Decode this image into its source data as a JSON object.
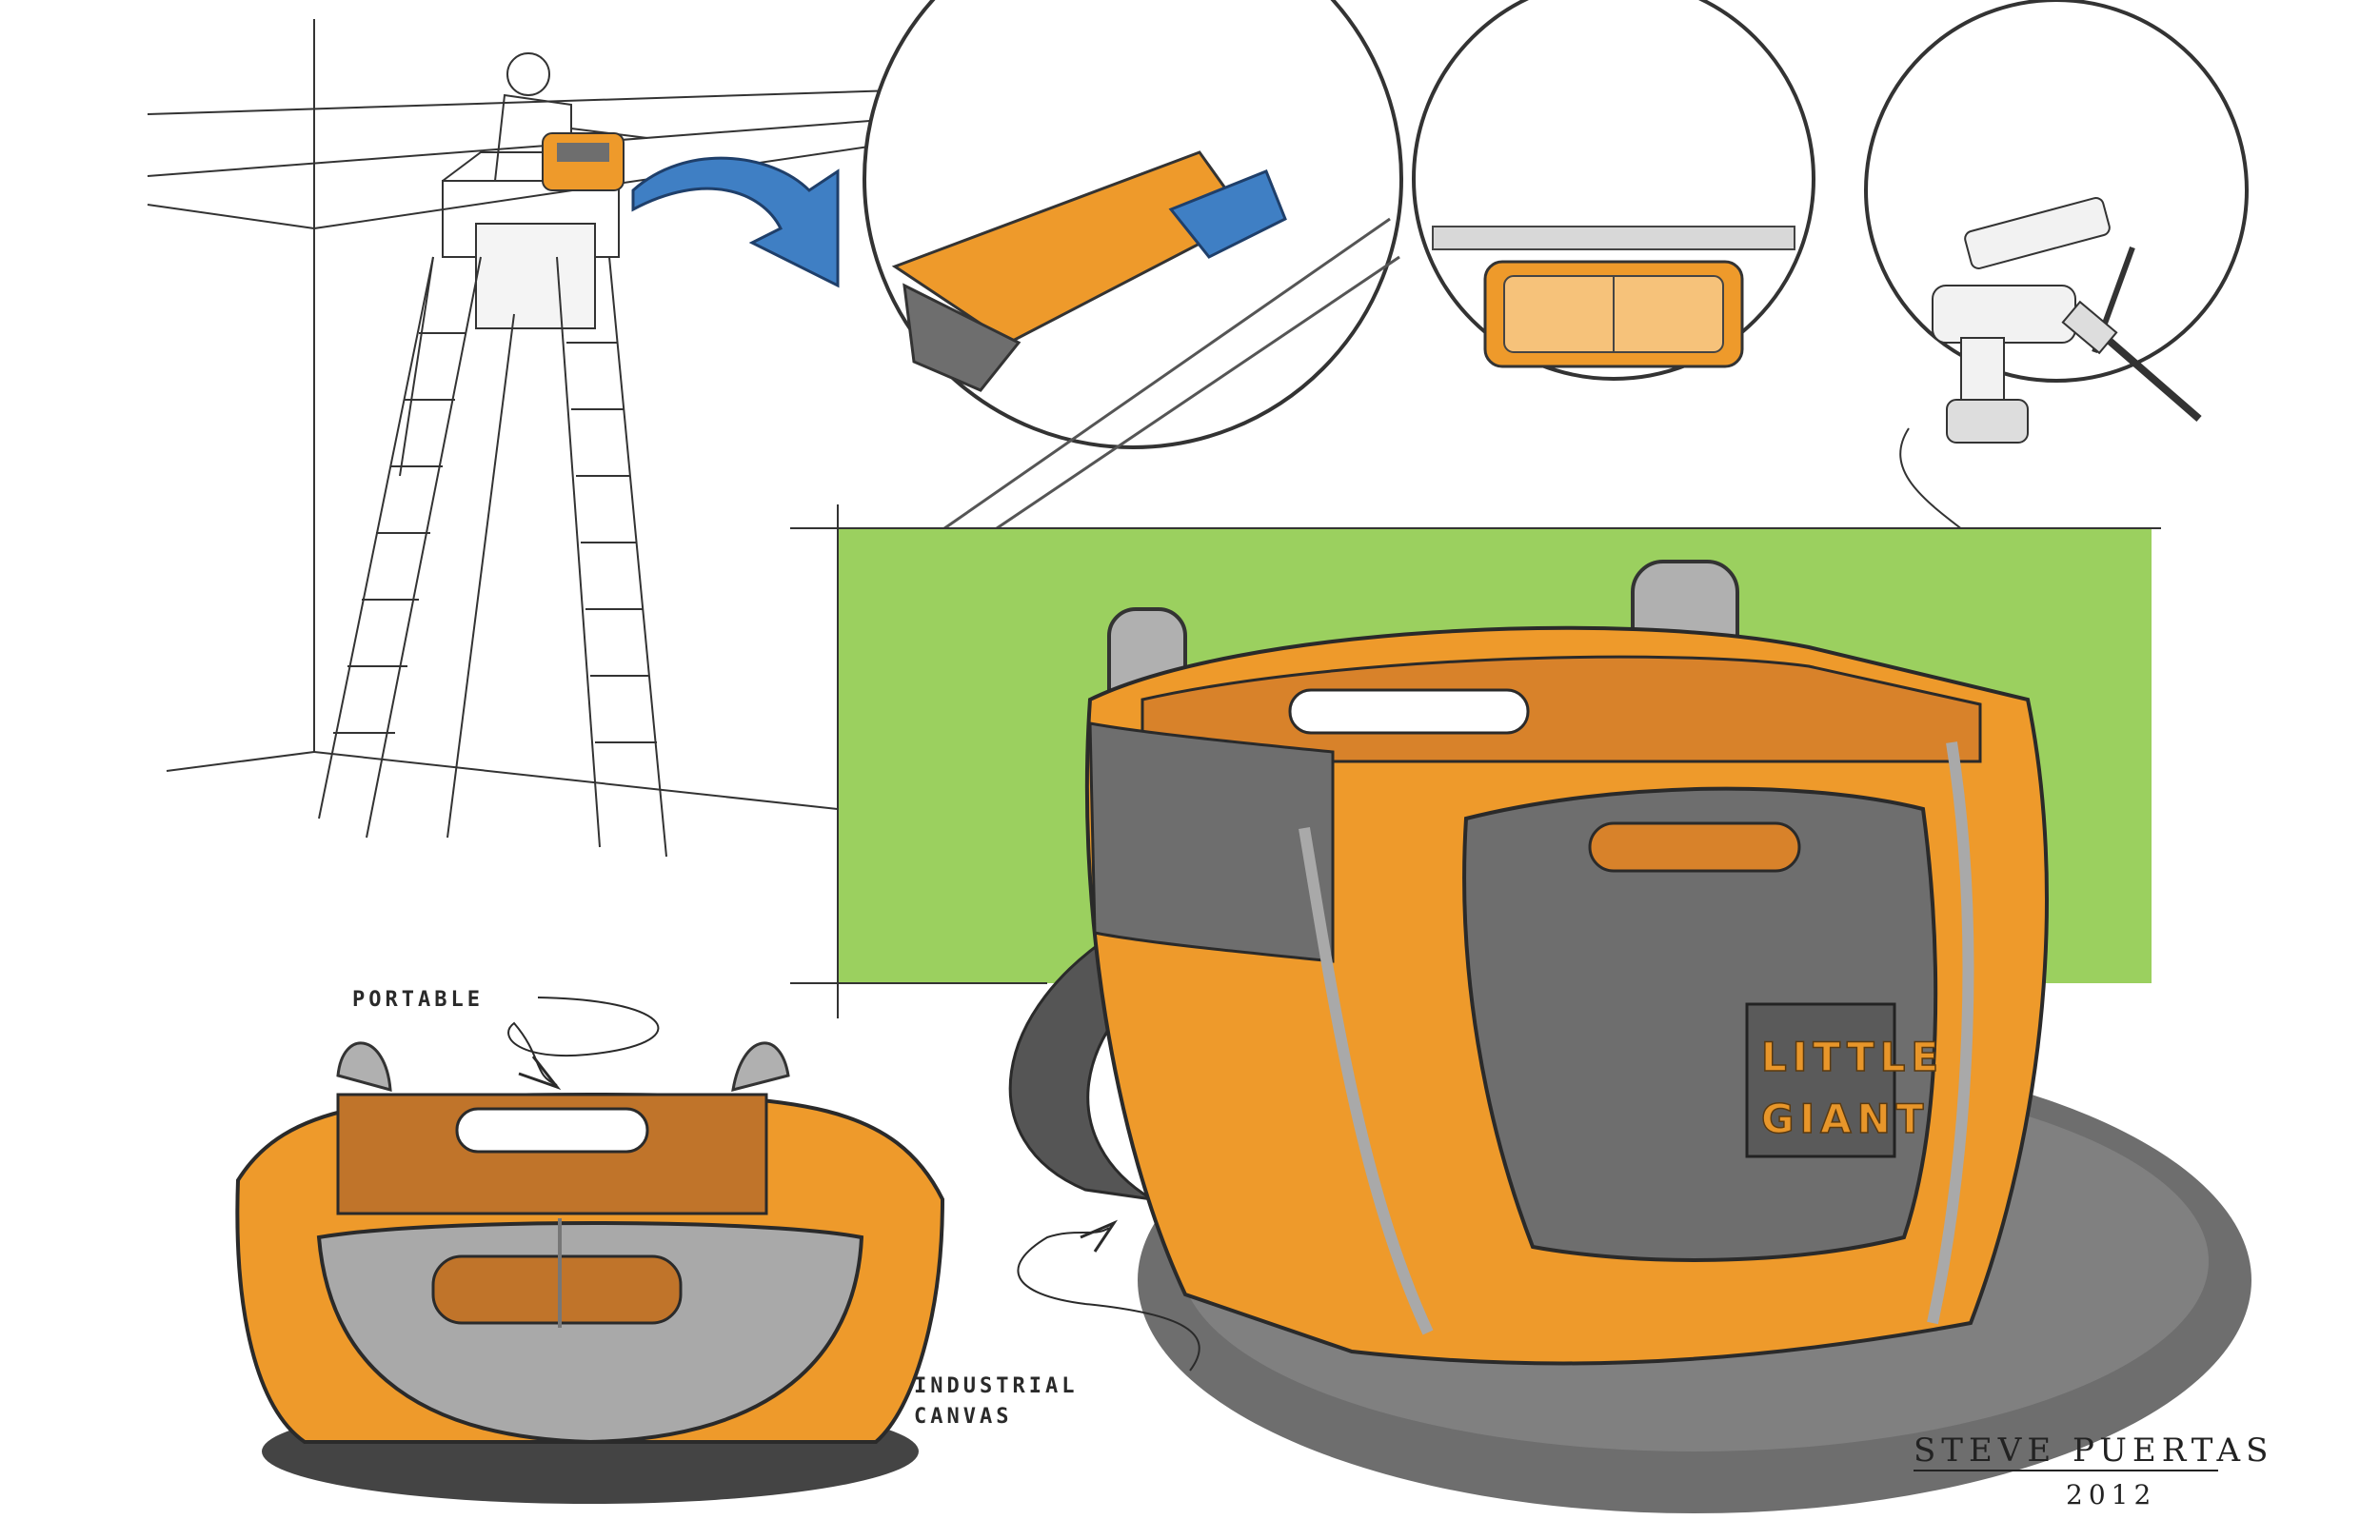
{
  "labels": {
    "portable": "PORTABLE",
    "industrial_line1": "INDUSTRIAL",
    "industrial_line2": "CANVAS"
  },
  "brand": {
    "line1": "LITTLE",
    "line2": "GIANT"
  },
  "signature": {
    "name": "STEVE PUERTAS",
    "year": "2012"
  },
  "colors": {
    "orange": "#ee9a2b",
    "orange_dark": "#b86a12",
    "gray": "#6e6e6e",
    "gray_dark": "#4a4a4a",
    "gray_light": "#a9a9a9",
    "green": "#9bd05f",
    "blue": "#3f7fc4",
    "ink": "#2a2a2a"
  },
  "icons": {
    "transfer_arrow": "curved-arrow-icon",
    "tools": [
      "flashlight-icon",
      "drill-icon",
      "screwdriver-icon",
      "hammer-icon"
    ]
  }
}
